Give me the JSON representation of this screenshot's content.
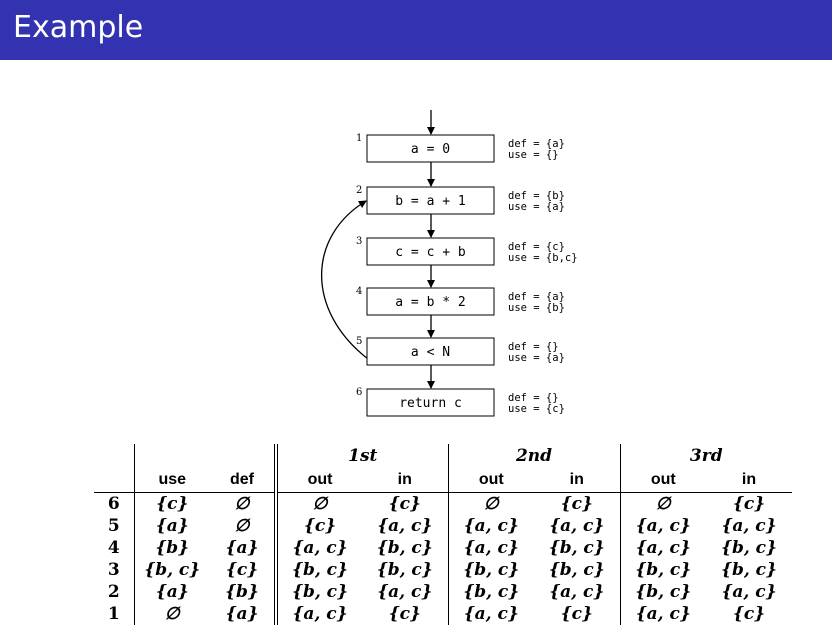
{
  "slide": {
    "title": "Example"
  },
  "cfg": {
    "nodes": [
      {
        "num": "1",
        "code": "a = 0",
        "def": "def = {a}",
        "use": "use = {}"
      },
      {
        "num": "2",
        "code": "b = a + 1",
        "def": "def = {b}",
        "use": "use = {a}"
      },
      {
        "num": "3",
        "code": "c = c + b",
        "def": "def = {c}",
        "use": "use = {b,c}"
      },
      {
        "num": "4",
        "code": "a = b * 2",
        "def": "def = {a}",
        "use": "use = {b}"
      },
      {
        "num": "5",
        "code": "a < N",
        "def": "def = {}",
        "use": "use = {a}"
      },
      {
        "num": "6",
        "code": "return c",
        "def": "def = {}",
        "use": "use = {c}"
      }
    ]
  },
  "table": {
    "iterations": [
      "1st",
      "2nd",
      "3rd"
    ],
    "subheaders": [
      "use",
      "def",
      "out",
      "in",
      "out",
      "in",
      "out",
      "in"
    ],
    "rows": [
      {
        "label": "6",
        "cells": [
          "{c}",
          "∅",
          "∅",
          "{c}",
          "∅",
          "{c}",
          "∅",
          "{c}"
        ]
      },
      {
        "label": "5",
        "cells": [
          "{a}",
          "∅",
          "{c}",
          "{a, c}",
          "{a, c}",
          "{a, c}",
          "{a, c}",
          "{a, c}"
        ]
      },
      {
        "label": "4",
        "cells": [
          "{b}",
          "{a}",
          "{a, c}",
          "{b, c}",
          "{a, c}",
          "{b, c}",
          "{a, c}",
          "{b, c}"
        ]
      },
      {
        "label": "3",
        "cells": [
          "{b, c}",
          "{c}",
          "{b, c}",
          "{b, c}",
          "{b, c}",
          "{b, c}",
          "{b, c}",
          "{b, c}"
        ]
      },
      {
        "label": "2",
        "cells": [
          "{a}",
          "{b}",
          "{b, c}",
          "{a, c}",
          "{b, c}",
          "{a, c}",
          "{b, c}",
          "{a, c}"
        ]
      },
      {
        "label": "1",
        "cells": [
          "∅",
          "{a}",
          "{a, c}",
          "{c}",
          "{a, c}",
          "{c}",
          "{a, c}",
          "{c}"
        ]
      }
    ]
  }
}
